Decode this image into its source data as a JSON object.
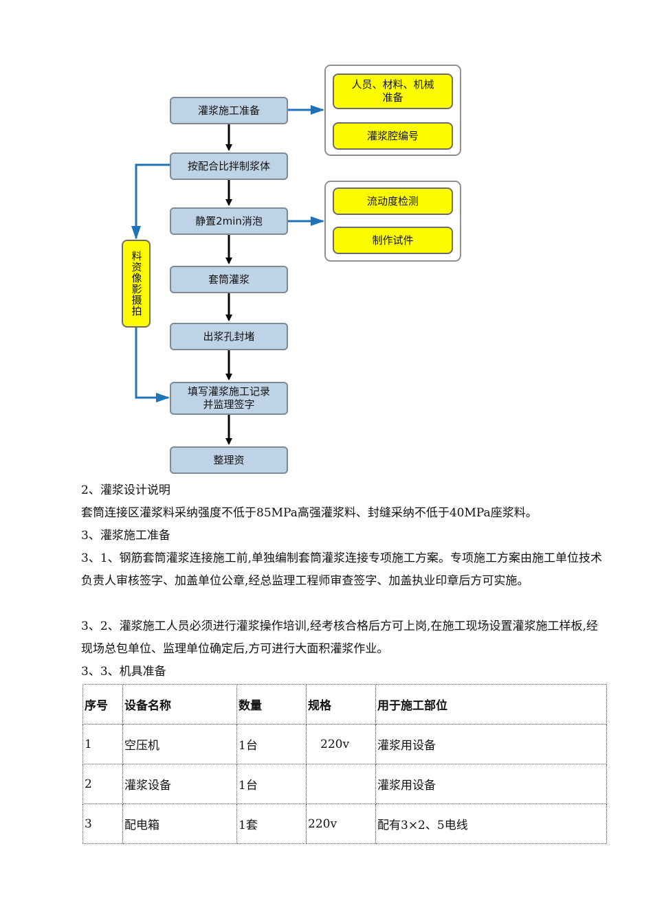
{
  "flowchart": {
    "steps": [
      "灌浆施工准备",
      "按配合比拌制浆体",
      "静置2min消泡",
      "套筒灌浆",
      "出浆孔封堵",
      "填写灌浆施工记录并监理签字",
      "整理资"
    ],
    "step6_line1": "填写灌浆施工记录",
    "step6_line2": "并监理签字",
    "group1": [
      "人员、材料、机械准备",
      "灌浆腔编号"
    ],
    "group1_item1_line1": "人员、材料、机械",
    "group1_item1_line2": "准备",
    "group2": [
      "流动度检测",
      "制作试件"
    ],
    "side_box": "料资像影摄拍"
  },
  "text": {
    "h2": "2、灌浆设计说明",
    "p1": "套筒连接区灌浆料采纳强度不低于85MPa高强灌浆料、封缝采纳不低于40MPa座浆料。",
    "h3": "3、灌浆施工准备",
    "p31": "3、1、钢筋套筒灌浆连接施工前,单独编制套筒灌浆连接专项施工方案。专项施工方案由施工单位技术负责人审核签字、加盖单位公章,经总监理工程师审查签字、加盖执业印章后方可实施。",
    "p32": "3、2、灌浆施工人员必须进行灌浆操作培训,经考核合格后方可上岗,在施工现场设置灌浆施工样板,经现场总包单位、监理单位确定后,方可进行大面积灌浆作业。",
    "h33": "3、3、机具准备"
  },
  "table": {
    "headers": [
      "序号",
      "设备名称",
      "数量",
      "规格",
      "用于施工部位"
    ],
    "rows": [
      [
        "1",
        "空压机",
        "1台",
        "220v",
        "灌浆用设备"
      ],
      [
        "2",
        "灌浆设备",
        "1台",
        "",
        "灌浆用设备"
      ],
      [
        "3",
        "配电箱",
        "1套",
        "220v",
        "配有3×2、5电线"
      ]
    ]
  },
  "colors": {
    "step_fill": "#bfd3e6",
    "yellow_fill": "#fdfd00",
    "blue_arrow": "#1f73b7",
    "black_arrow": "#000000"
  }
}
